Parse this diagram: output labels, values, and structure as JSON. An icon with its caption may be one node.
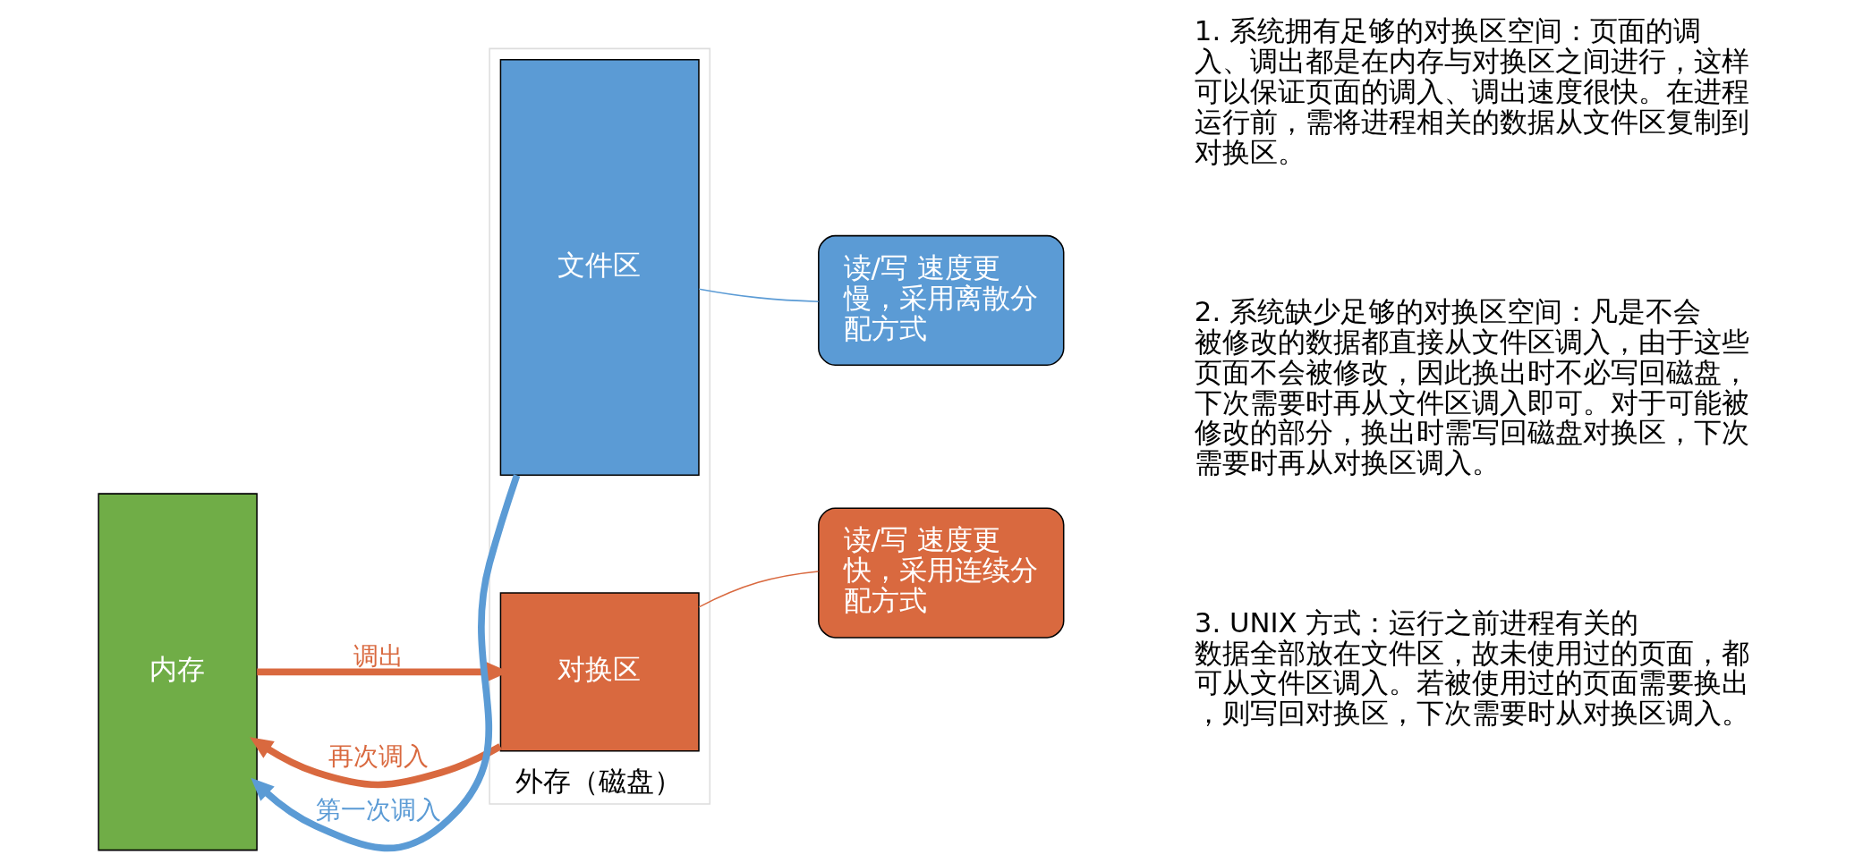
{
  "diagram": {
    "nodes": [
      {
        "text": [
          "内存"
        ]
      },
      {
        "text": [
          "外存（磁盘）"
        ]
      },
      {
        "text": [
          "对换区"
        ],
        "in": 1
      },
      {
        "text": [
          "文件区"
        ],
        "in": 1
      },
      {
        "text": [
          "读/写 速度更快，采用连续分配方式"
        ]
      },
      {
        "text": [
          "读/写 速度更慢，采用离散分配方式"
        ]
      }
    ],
    "edges": [
      {
        "from": 2,
        "to": 0,
        "arrow": "to",
        "label": "再次调入",
        "color": "#d9693f"
      },
      {
        "from": 0,
        "to": 2,
        "arrow": "to",
        "label": "调出",
        "color": "#d9693f"
      },
      {
        "from": 3,
        "to": 0,
        "arrow": "to",
        "label": "第一次调入",
        "color": "#5b9bd5"
      },
      {
        "from": 4,
        "to": 2,
        "arrow": "none",
        "color": "#d9693f"
      },
      {
        "from": 5,
        "to": 3,
        "arrow": "none",
        "color": "#5b9bd5"
      }
    ],
    "labels": [
      "1. 系统拥有足够的对换区空间：页面的调入、调出都是在内存与对换区之间进行，这样可以保证页面的调入、调出速度很快。在进程运行前，需将进程相关的数据从文件区复制到对换区。",
      "2. 系统缺少足够的对换区空间：凡是不会被修改的数据都直接从文件区调入，由于这些页面不会被修改，因此换出时不必写回磁盘，下次需要时再从文件区调入即可。对于可能被修改的部分，换出时需写回磁盘对换区，下次需要时再从对换区调入。",
      "3. UNIX 方式：运行之前进程有关的数据全部放在文件区，故未使用过的页面，都可从文件区调入。若被使用过的页面需要换出，则写回对换区，下次需要时从对换区调入。"
    ]
  }
}
